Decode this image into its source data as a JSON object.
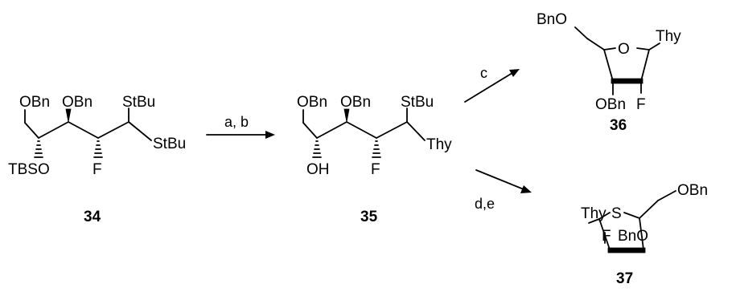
{
  "compounds": {
    "c34": {
      "number": "34",
      "labels": {
        "obn_primary": "OBn",
        "obn_secondary": "OBn",
        "stbu_top": "StBu",
        "stbu_side": "StBu",
        "tbso": "TBSO",
        "f": "F"
      }
    },
    "c35": {
      "number": "35",
      "labels": {
        "obn_primary": "OBn",
        "obn_secondary": "OBn",
        "stbu": "StBu",
        "oh": "OH",
        "f": "F",
        "thy": "Thy"
      }
    },
    "c36": {
      "number": "36",
      "labels": {
        "bno_top": "BnO",
        "ring_o": "O",
        "thy": "Thy",
        "obn": "OBn",
        "f": "F"
      }
    },
    "c37": {
      "number": "37",
      "labels": {
        "thy": "Thy",
        "ring_s": "S",
        "obn": "OBn",
        "f": "F",
        "bno": "BnO"
      }
    }
  },
  "conditions": {
    "step_ab": "a, b",
    "step_c": "c",
    "step_de": "d,e"
  }
}
